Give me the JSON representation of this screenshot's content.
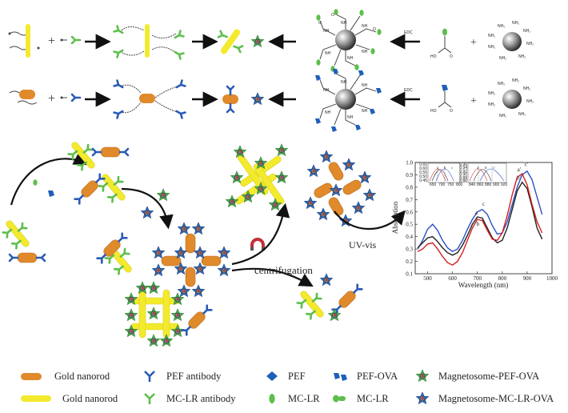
{
  "labels": {
    "edc_1": "EDC",
    "edc_2": "EDC",
    "uv_vis": "UV-vis",
    "centrifugation": "centrifugation",
    "nh2": "NH₂",
    "nh": "NH",
    "ho": "HO",
    "o": "O"
  },
  "chart_data": {
    "type": "line",
    "xlabel": "Wavelength (nm)",
    "ylabel": "Absorption",
    "xlim": [
      450,
      1000
    ],
    "ylim": [
      0.1,
      1.0
    ],
    "xticks": [
      "500",
      "600",
      "700",
      "800",
      "900",
      "1000"
    ],
    "yticks": [
      "0.1",
      "0.2",
      "0.3",
      "0.4",
      "0.5",
      "0.6",
      "0.7",
      "0.8",
      "0.9",
      "1.0"
    ],
    "series": [
      {
        "color": "#2b4fc4",
        "x": [
          460,
          480,
          500,
          520,
          540,
          560,
          580,
          600,
          620,
          640,
          660,
          680,
          700,
          720,
          740,
          760,
          780,
          800,
          820,
          840,
          860,
          880,
          900,
          920,
          940,
          960
        ],
        "y": [
          0.3,
          0.37,
          0.46,
          0.5,
          0.45,
          0.37,
          0.31,
          0.28,
          0.3,
          0.37,
          0.46,
          0.54,
          0.6,
          0.62,
          0.58,
          0.49,
          0.42,
          0.43,
          0.52,
          0.66,
          0.8,
          0.9,
          0.93,
          0.86,
          0.72,
          0.58
        ]
      },
      {
        "color": "#222222",
        "x": [
          460,
          480,
          500,
          520,
          540,
          560,
          580,
          600,
          620,
          640,
          660,
          680,
          700,
          720,
          740,
          760,
          780,
          800,
          820,
          840,
          860,
          880,
          900,
          920,
          940,
          960
        ],
        "y": [
          0.31,
          0.35,
          0.39,
          0.4,
          0.36,
          0.31,
          0.27,
          0.25,
          0.27,
          0.33,
          0.41,
          0.5,
          0.56,
          0.55,
          0.47,
          0.39,
          0.35,
          0.37,
          0.47,
          0.62,
          0.77,
          0.84,
          0.79,
          0.64,
          0.47,
          0.38
        ]
      },
      {
        "color": "#d42020",
        "x": [
          460,
          480,
          500,
          520,
          540,
          560,
          580,
          600,
          620,
          640,
          660,
          680,
          700,
          720,
          740,
          760,
          780,
          800,
          820,
          840,
          860,
          880,
          900,
          920,
          940,
          960
        ],
        "y": [
          0.28,
          0.3,
          0.34,
          0.35,
          0.3,
          0.24,
          0.19,
          0.17,
          0.2,
          0.27,
          0.37,
          0.47,
          0.54,
          0.53,
          0.45,
          0.38,
          0.37,
          0.43,
          0.57,
          0.74,
          0.88,
          0.91,
          0.82,
          0.66,
          0.52,
          0.43
        ]
      }
    ],
    "peak_labels": [
      "a",
      "b",
      "c",
      "a'",
      "b'",
      "c'"
    ],
    "inset": {
      "yticks_left": [
        "0.65",
        "0.60",
        "0.55",
        "0.50",
        "0.45"
      ],
      "yticks_right": [
        "0.96",
        "0.94",
        "0.92",
        "0.90",
        "0.88",
        "0.86"
      ],
      "xticks_left": [
        "650",
        "700",
        "750",
        "800"
      ],
      "xticks_right": [
        "840",
        "860",
        "880",
        "900",
        "920"
      ],
      "labels_left": [
        "a",
        "b",
        "c"
      ],
      "labels_right": [
        "a'",
        "b'",
        "c'"
      ]
    }
  },
  "legend": [
    {
      "icon": "gold-nanorod-orange",
      "label": "Gold nanorod"
    },
    {
      "icon": "pef-antibody",
      "label": "PEF antibody"
    },
    {
      "icon": "pef",
      "label": "PEF"
    },
    {
      "icon": "pef-ova",
      "label": "PEF-OVA"
    },
    {
      "icon": "magnetosome-pef-ova",
      "label": "Magnetosome-PEF-OVA"
    },
    {
      "icon": "gold-nanorod-yellow",
      "label": "Gold nanorod"
    },
    {
      "icon": "mc-lr-antibody",
      "label": "MC-LR antibody"
    },
    {
      "icon": "mc-lr",
      "label": "MC-LR"
    },
    {
      "icon": "mc-lr-conjugate",
      "label": "MC-LR"
    },
    {
      "icon": "magnetosome-mc-lr-ova",
      "label": "Magnetosome-MC-LR-OVA"
    }
  ],
  "colors": {
    "gold_rod_yellow": "#f3ea2e",
    "gold_rod_orange": "#e08a2c",
    "antibody_green": "#5cbf4a",
    "antibody_blue": "#2a5bb5",
    "pef_blue": "#1f5fb8",
    "magnet_gray": "#9aa0a6",
    "magnet_star_green": "#4caf50",
    "magnet_star_blue": "#2f6dc2",
    "magnet_red": "#c0303a"
  }
}
